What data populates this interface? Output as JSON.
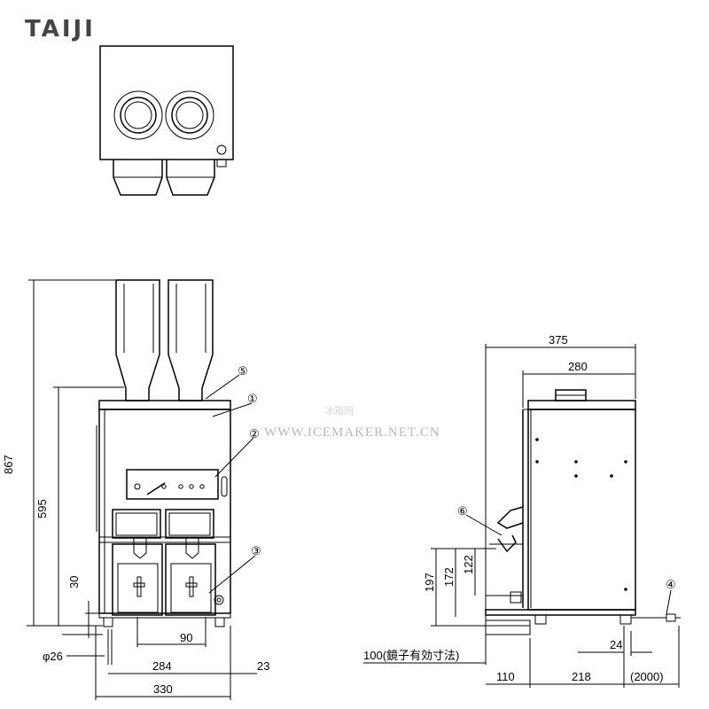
{
  "brand": {
    "logo": "TAIJI"
  },
  "watermark": {
    "url": "WWW.ICEMAKER.NET.CN",
    "cn": "冰箱网"
  },
  "front_view": {
    "dims": {
      "height_total": "867",
      "height_body": "595",
      "height_base": "30",
      "foot_dia": "φ26",
      "spacing": "90",
      "width_inner": "284",
      "offset": "23",
      "width_total": "330"
    },
    "callouts": {
      "c1": "①",
      "c2": "②",
      "c3": "③",
      "c5": "⑤"
    }
  },
  "side_view": {
    "dims": {
      "depth_total": "375",
      "depth_top": "280",
      "height_197": "197",
      "height_172": "172",
      "height_122": "122",
      "cord_note": "100(鏡子有効寸法)",
      "d110": "110",
      "d218": "218",
      "d24": "24",
      "cord_len": "(2000)"
    },
    "callouts": {
      "c4": "④",
      "c6": "⑥"
    }
  }
}
